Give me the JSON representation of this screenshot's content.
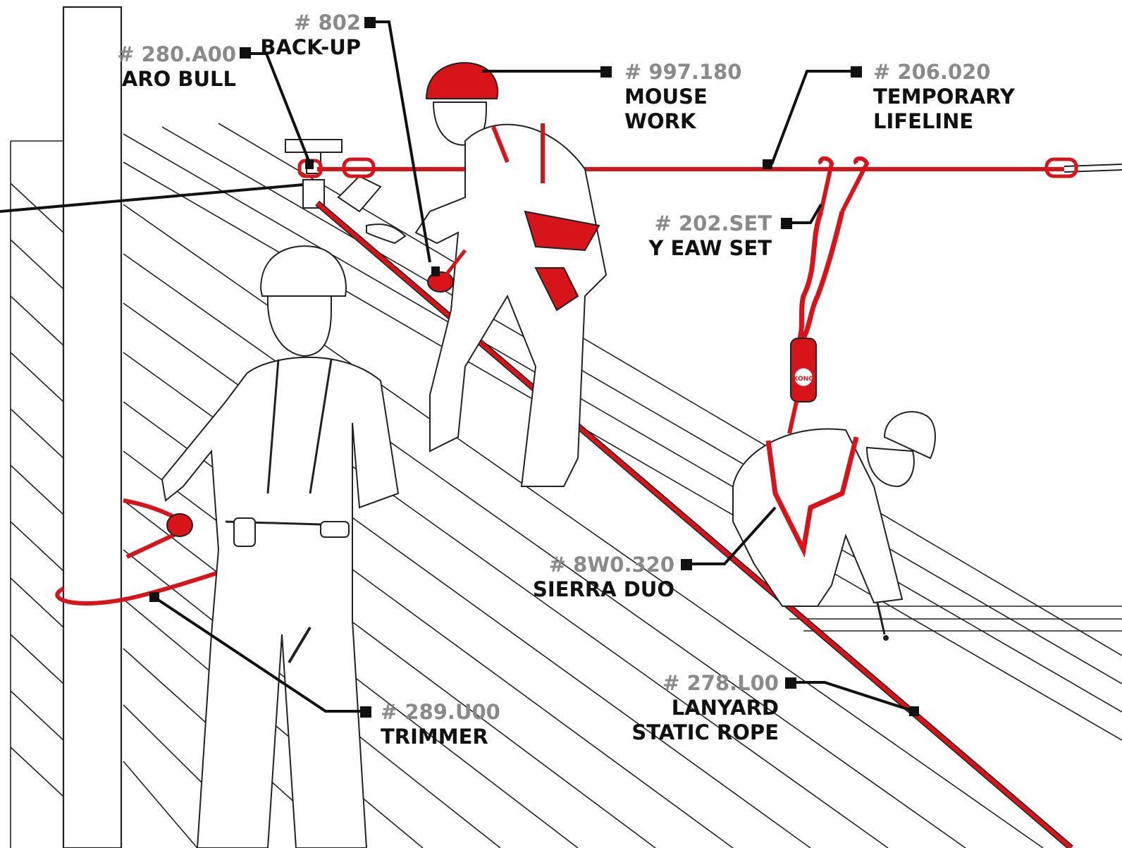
{
  "colors": {
    "accent_red": "#d8141b",
    "line_black": "#111111",
    "code_gray": "#8a8a8a",
    "background": "#ffffff"
  },
  "callouts": [
    {
      "id": "aro-bull",
      "code": "# 280.A00",
      "lines": [
        "ARO BULL"
      ]
    },
    {
      "id": "back-up",
      "code": "# 802",
      "lines": [
        "BACK-UP"
      ]
    },
    {
      "id": "mouse-work",
      "code": "# 997.180",
      "lines": [
        "MOUSE",
        "WORK"
      ]
    },
    {
      "id": "temporary-lifeline",
      "code": "# 206.020",
      "lines": [
        "TEMPORARY",
        "LIFELINE"
      ]
    },
    {
      "id": "y-eaw-set",
      "code": "# 202.SET",
      "lines": [
        "Y EAW SET"
      ]
    },
    {
      "id": "sierra-duo",
      "code": "# 8W0.320",
      "lines": [
        "SIERRA DUO"
      ]
    },
    {
      "id": "lanyard-static-rope",
      "code": "# 278.L00",
      "lines": [
        "LANYARD",
        "STATIC ROPE"
      ]
    },
    {
      "id": "trimmer",
      "code": "# 289.U00",
      "lines": [
        "TRIMMER"
      ]
    }
  ],
  "illustration": {
    "absorber_logo": "KONG",
    "figures": [
      "worker-standing-left",
      "worker-climbing-center",
      "worker-kneeling-right"
    ]
  }
}
